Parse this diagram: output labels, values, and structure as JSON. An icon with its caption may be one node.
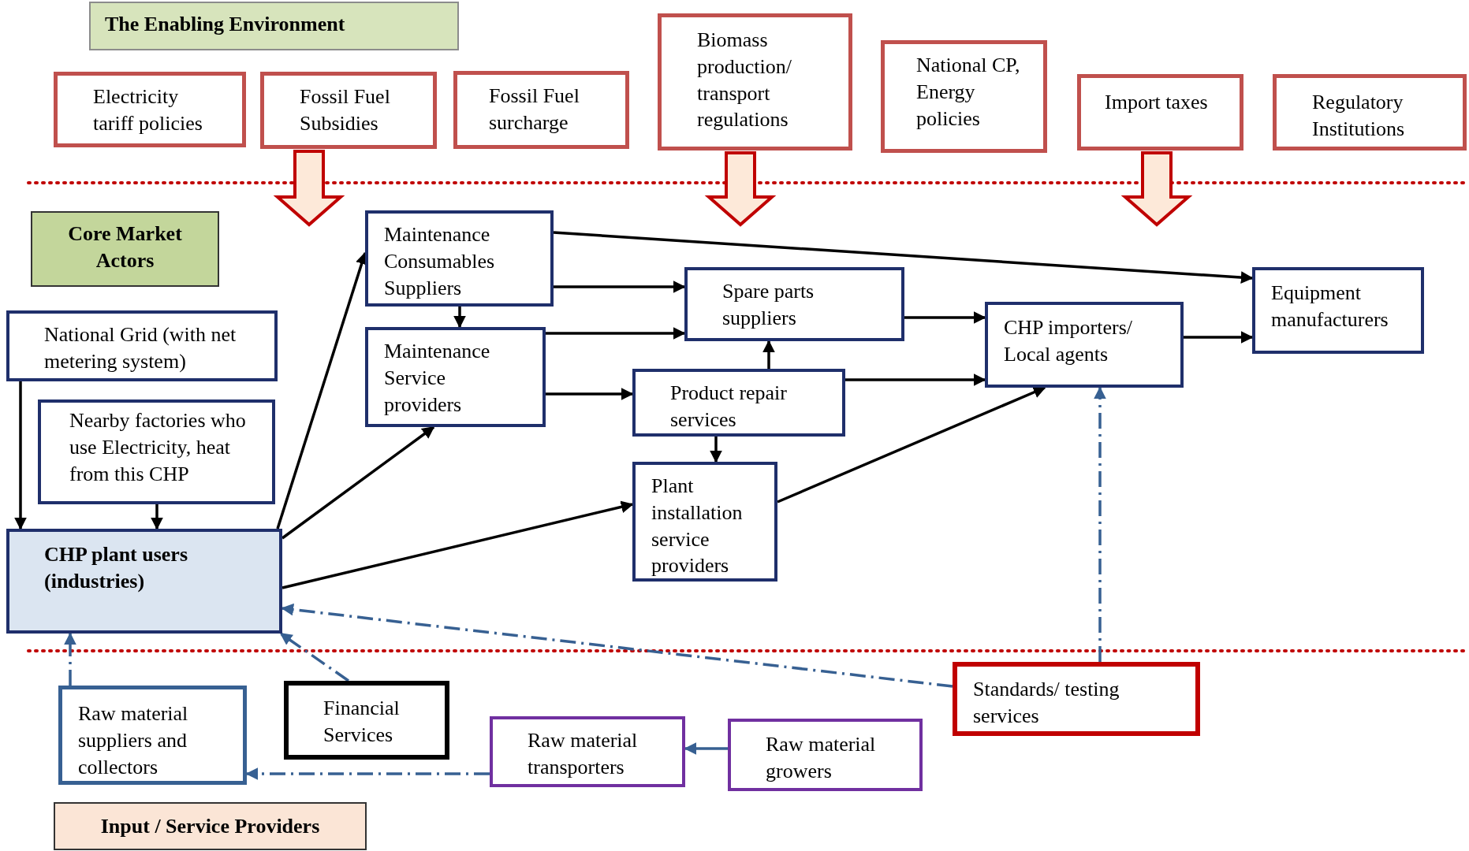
{
  "diagram": {
    "nodes": [
      {
        "text": [
          "The Enabling Environment"
        ]
      },
      {
        "text": [
          "Electricity tariff policies"
        ]
      },
      {
        "text": [
          "Fossil Fuel Subsidies"
        ]
      },
      {
        "text": [
          "Fossil Fuel surcharge"
        ]
      },
      {
        "text": [
          "Biomass production/ transport regulations"
        ]
      },
      {
        "text": [
          "National CP, Energy policies"
        ]
      },
      {
        "text": [
          "Import taxes"
        ]
      },
      {
        "text": [
          "Regulatory Institutions"
        ]
      },
      {
        "text": [
          "Core Market Actors"
        ]
      },
      {
        "text": [
          "National Grid (with net metering system)"
        ]
      },
      {
        "text": [
          "Nearby factories who use Electricity, heat from this CHP"
        ]
      },
      {
        "text": [
          "CHP plant users (industries)"
        ]
      },
      {
        "text": [
          "Maintenance Consumables Suppliers"
        ]
      },
      {
        "text": [
          "Maintenance Service providers"
        ]
      },
      {
        "text": [
          "Spare parts suppliers"
        ]
      },
      {
        "text": [
          "Product repair services"
        ]
      },
      {
        "text": [
          "Plant installation service providers"
        ]
      },
      {
        "text": [
          "CHP importers/ Local agents"
        ]
      },
      {
        "text": [
          "Equipment manufacturers"
        ]
      },
      {
        "text": [
          "Raw material suppliers and collectors"
        ]
      },
      {
        "text": [
          "Financial Services"
        ]
      },
      {
        "text": [
          "Raw material transporters"
        ]
      },
      {
        "text": [
          "Raw material growers"
        ]
      },
      {
        "text": [
          "Standards/ testing services"
        ]
      },
      {
        "text": [
          "Input / Service Providers"
        ]
      }
    ],
    "edges": [
      {
        "from": 9,
        "to": 11,
        "arrow": "to"
      },
      {
        "from": 10,
        "to": 11,
        "arrow": "to"
      },
      {
        "from": 11,
        "to": 12,
        "arrow": "to"
      },
      {
        "from": 11,
        "to": 13,
        "arrow": "to"
      },
      {
        "from": 11,
        "to": 16,
        "arrow": "to"
      },
      {
        "from": 12,
        "to": 13,
        "arrow": "to"
      },
      {
        "from": 12,
        "to": 14,
        "arrow": "to"
      },
      {
        "from": 13,
        "to": 14,
        "arrow": "to"
      },
      {
        "from": 13,
        "to": 15,
        "arrow": "to"
      },
      {
        "from": 15,
        "to": 14,
        "arrow": "to"
      },
      {
        "from": 15,
        "to": 16,
        "arrow": "to"
      },
      {
        "from": 15,
        "to": 17,
        "arrow": "to"
      },
      {
        "from": 14,
        "to": 17,
        "arrow": "to"
      },
      {
        "from": 16,
        "to": 17,
        "arrow": "to"
      },
      {
        "from": 12,
        "to": 18,
        "arrow": "to"
      },
      {
        "from": 17,
        "to": 18,
        "arrow": "to"
      },
      {
        "from": 19,
        "to": 11,
        "arrow": "to",
        "style": "dashed",
        "color": "#376092"
      },
      {
        "from": 20,
        "to": 11,
        "arrow": "to",
        "style": "dashed",
        "color": "#376092"
      },
      {
        "from": 23,
        "to": 11,
        "arrow": "to",
        "style": "dashed",
        "color": "#376092"
      },
      {
        "from": 23,
        "to": 17,
        "arrow": "to",
        "style": "dashed",
        "color": "#376092"
      },
      {
        "from": 21,
        "to": 19,
        "arrow": "to",
        "style": "dashed",
        "color": "#376092"
      },
      {
        "from": 22,
        "to": 21,
        "arrow": "to",
        "color": "#376092"
      },
      {
        "from": 2,
        "to": null,
        "arrow": "to",
        "style": "thick",
        "color": "#c00000"
      },
      {
        "from": 4,
        "to": null,
        "arrow": "to",
        "style": "thick",
        "color": "#c00000"
      },
      {
        "from": 6,
        "to": null,
        "arrow": "to",
        "style": "thick",
        "color": "#c00000"
      }
    ]
  }
}
